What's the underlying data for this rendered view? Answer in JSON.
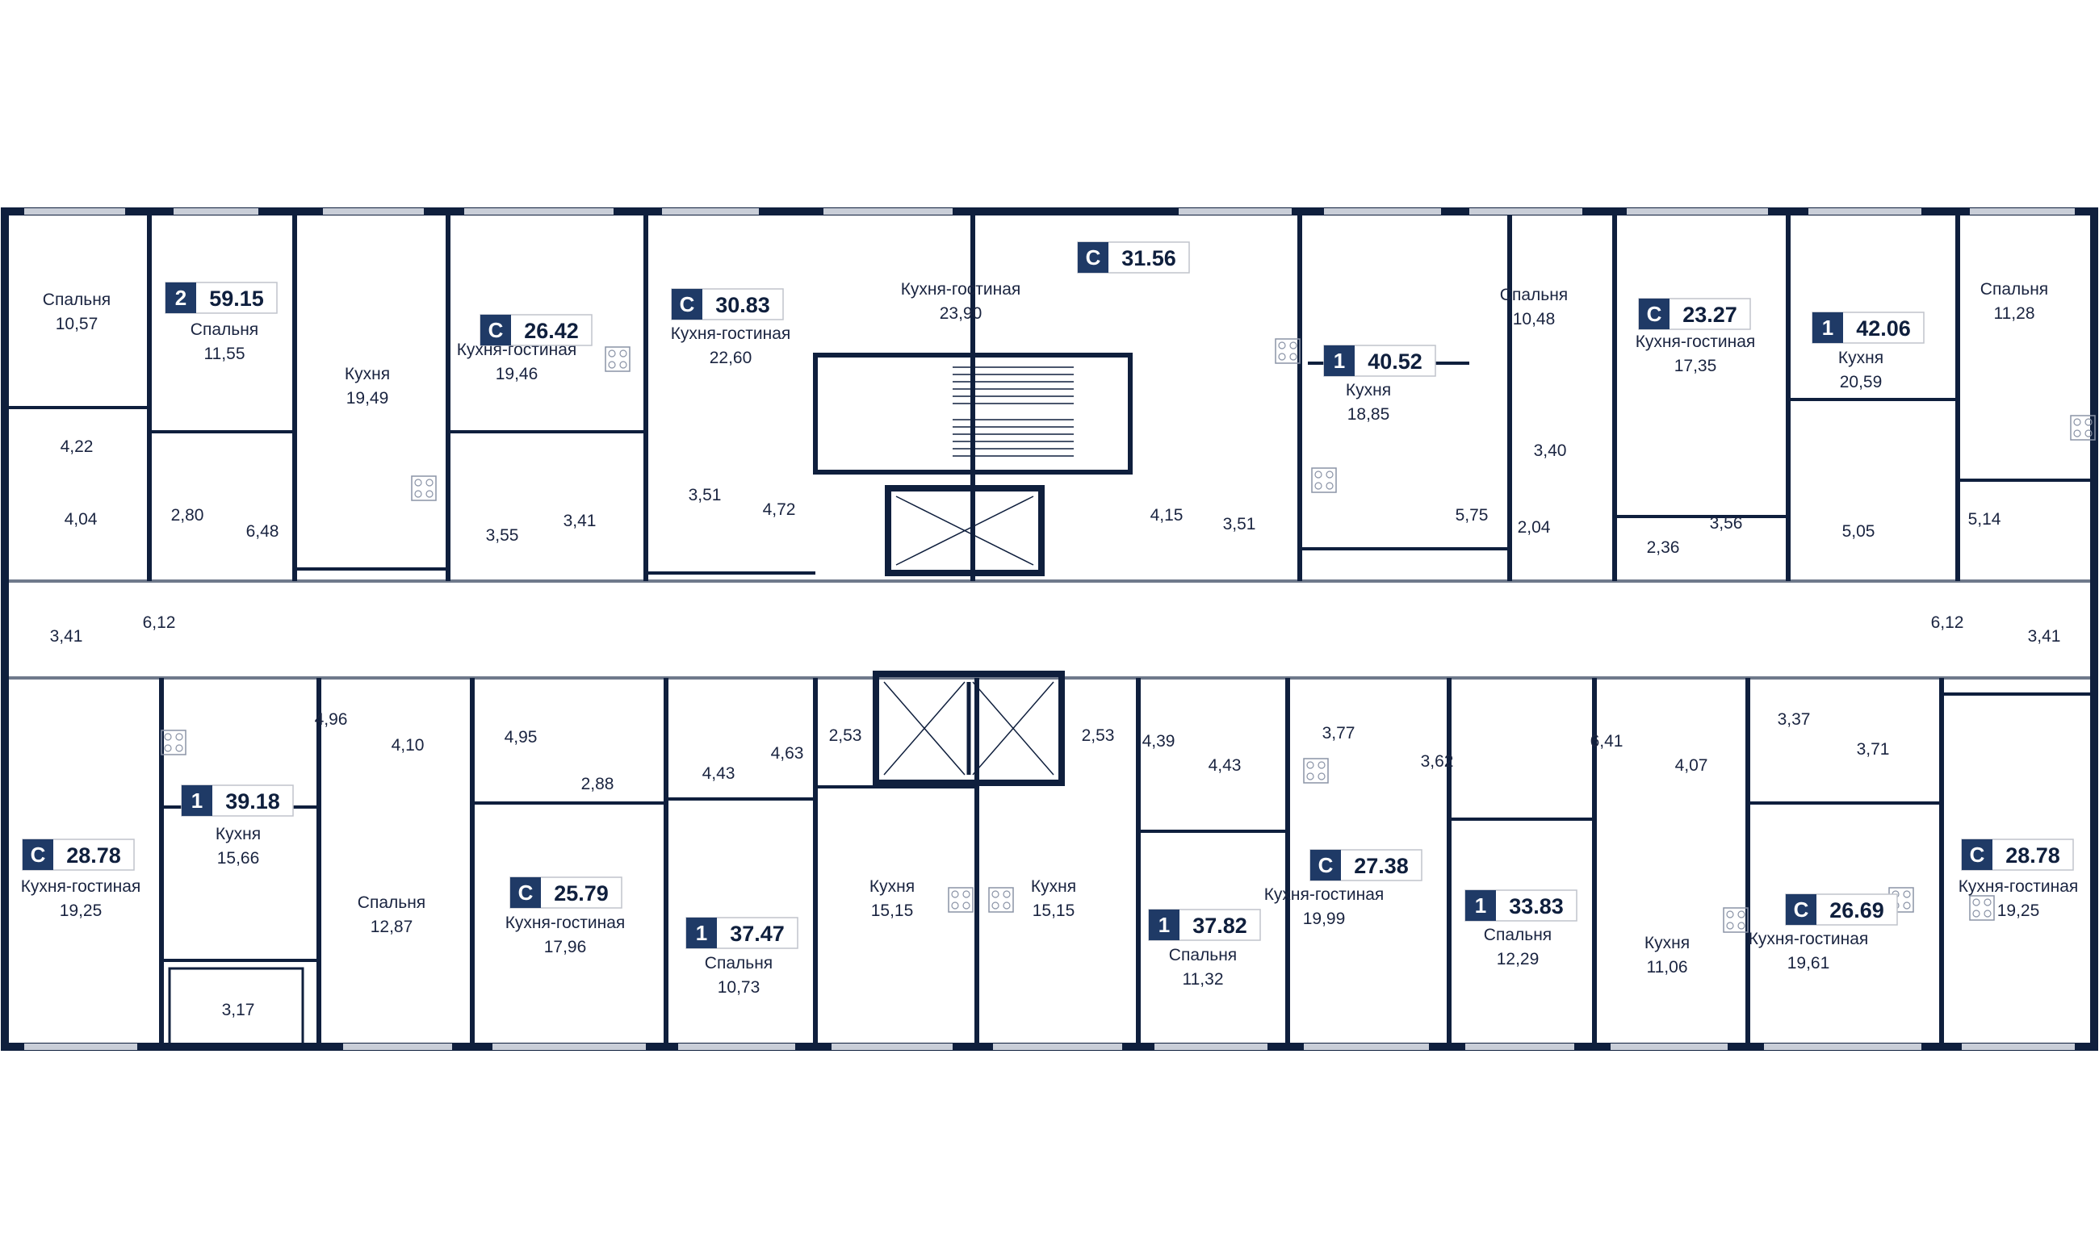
{
  "colors": {
    "wall": "#0f1f3d",
    "badge": "#1f3a66",
    "text": "#1a2440",
    "fixture": "#8a93a6",
    "window": "#c9ced8"
  },
  "apartments": [
    {
      "type": "2",
      "area": "59.15"
    },
    {
      "type": "С",
      "area": "26.42"
    },
    {
      "type": "С",
      "area": "30.83"
    },
    {
      "type": "С",
      "area": "31.56"
    },
    {
      "type": "1",
      "area": "40.52"
    },
    {
      "type": "С",
      "area": "23.27"
    },
    {
      "type": "1",
      "area": "42.06"
    },
    {
      "type": "С",
      "area": "28.78"
    },
    {
      "type": "1",
      "area": "39.18"
    },
    {
      "type": "С",
      "area": "25.79"
    },
    {
      "type": "1",
      "area": "37.47"
    },
    {
      "type": "1",
      "area": "37.82"
    },
    {
      "type": "С",
      "area": "27.38"
    },
    {
      "type": "1",
      "area": "33.83"
    },
    {
      "type": "С",
      "area": "26.69"
    },
    {
      "type": "С",
      "area": "28.78"
    }
  ],
  "rooms": [
    {
      "name": "Спальня",
      "area": "10,57"
    },
    {
      "name": "Спальня",
      "area": "11,55"
    },
    {
      "name": "Кухня",
      "area": "19,49"
    },
    {
      "name": "Кухня-гостиная",
      "area": "19,46"
    },
    {
      "name": "Кухня-гостиная",
      "area": "22,60"
    },
    {
      "name": "Кухня-гостиная",
      "area": "23,90"
    },
    {
      "name": "Кухня",
      "area": "18,85"
    },
    {
      "name": "Спальня",
      "area": "10,48"
    },
    {
      "name": "Кухня-гостиная",
      "area": "17,35"
    },
    {
      "name": "Кухня",
      "area": "20,59"
    },
    {
      "name": "Спальня",
      "area": "11,28"
    },
    {
      "name": "Кухня-гостиная",
      "area": "19,25"
    },
    {
      "name": "Кухня",
      "area": "15,66"
    },
    {
      "name": "Спальня",
      "area": "12,87"
    },
    {
      "name": "Кухня-гостиная",
      "area": "17,96"
    },
    {
      "name": "Спальня",
      "area": "10,73"
    },
    {
      "name": "Кухня",
      "area": "15,15"
    },
    {
      "name": "Кухня",
      "area": "15,15"
    },
    {
      "name": "Спальня",
      "area": "11,32"
    },
    {
      "name": "Кухня-гостиная",
      "area": "19,99"
    },
    {
      "name": "Спальня",
      "area": "12,29"
    },
    {
      "name": "Кухня",
      "area": "11,06"
    },
    {
      "name": "Кухня-гостиная",
      "area": "19,61"
    },
    {
      "name": "Кухня-гостиная",
      "area": "19,25"
    }
  ],
  "small_areas": [
    "4,22",
    "4,04",
    "2,80",
    "6,48",
    "3,41",
    "6,12",
    "3,55",
    "3,41",
    "3,51",
    "4,72",
    "4,15",
    "3,51",
    "3,40",
    "5,75",
    "2,04",
    "2,36",
    "3,56",
    "5,05",
    "5,14",
    "6,12",
    "3,41",
    "4,96",
    "4,10",
    "3,17",
    "4,95",
    "2,88",
    "4,43",
    "4,63",
    "2,53",
    "2,53",
    "4,39",
    "4,43",
    "3,77",
    "3,62",
    "6,41",
    "4,07",
    "3,37",
    "3,71"
  ]
}
